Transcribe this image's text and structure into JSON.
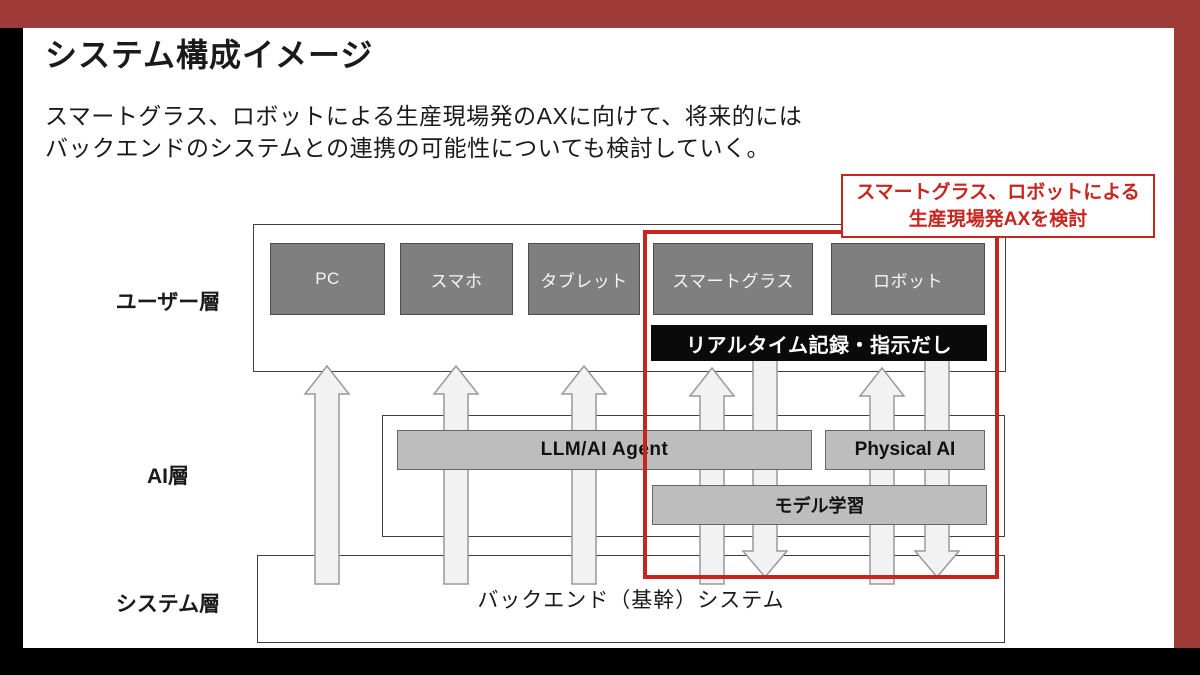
{
  "slide": {
    "title": "システム構成イメージ",
    "subtitle_line1": "スマートグラス、ロボットによる生産現場発のAXに向けて、将来的には",
    "subtitle_line2": "バックエンドのシステムとの連携の可能性についても検討していく。"
  },
  "callout": {
    "line1": "スマートグラス、ロボットによる",
    "line2": "生産現場発AXを検討"
  },
  "layers": {
    "user": "ユーザー層",
    "ai": "AI層",
    "system": "システム層"
  },
  "user_layer": {
    "devices": [
      "PC",
      "スマホ",
      "タブレット",
      "スマートグラス",
      "ロボット"
    ],
    "realtime_bar": "リアルタイム記録・指示だし"
  },
  "ai_layer": {
    "llm": "LLM/AI Agent",
    "physical": "Physical AI",
    "model": "モデル学習"
  },
  "system_layer": {
    "backend": "バックエンド（基幹）システム"
  },
  "colors": {
    "frame_maroon": "#9e3a38",
    "frame_black": "#000000",
    "accent_red": "#c7261e",
    "device_gray": "#7f7f7f",
    "ai_bar_gray": "#bdbdbd",
    "realtime_black": "#0a0a0a",
    "arrow_fill": "#f2f2f2"
  }
}
